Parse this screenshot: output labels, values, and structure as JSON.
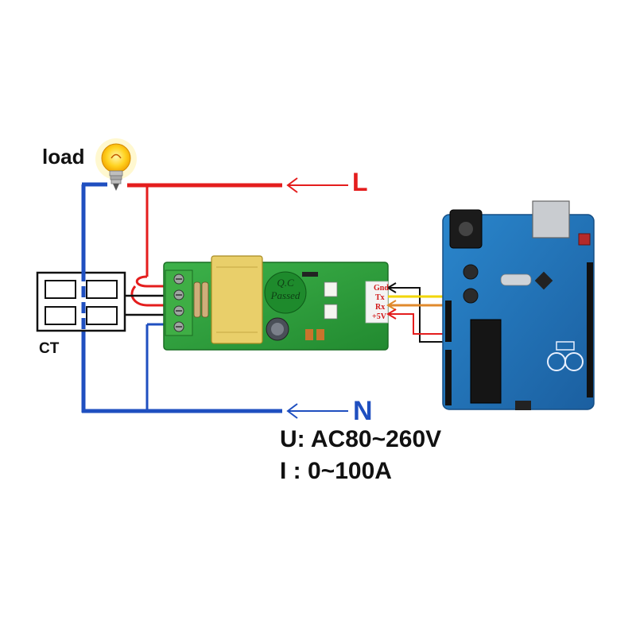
{
  "labels": {
    "load": "load",
    "ct": "CT",
    "live": "L",
    "neutral": "N",
    "voltage_spec": "U: AC80~260V",
    "current_spec": "I : 0~100A"
  },
  "module": {
    "sticker_line1": "Q.C",
    "sticker_line2": "Passed",
    "pins": [
      "Gnd",
      "Tx",
      "Rx",
      "+5V"
    ]
  },
  "colors": {
    "live_wire": "#e41d1d",
    "neutral_wire": "#1f4fc0",
    "gnd_wire": "#111111",
    "tx_wire": "#f2d600",
    "rx_wire": "#e08a2c",
    "vcc_wire": "#e41d1d",
    "pcb_green": "#2e9e3a",
    "arduino_blue": "#1f6fb3"
  },
  "icons": [
    "light-bulb-icon",
    "current-transformer-icon",
    "pzem-module-icon",
    "arduino-uno-icon",
    "arrow-left-icon"
  ]
}
